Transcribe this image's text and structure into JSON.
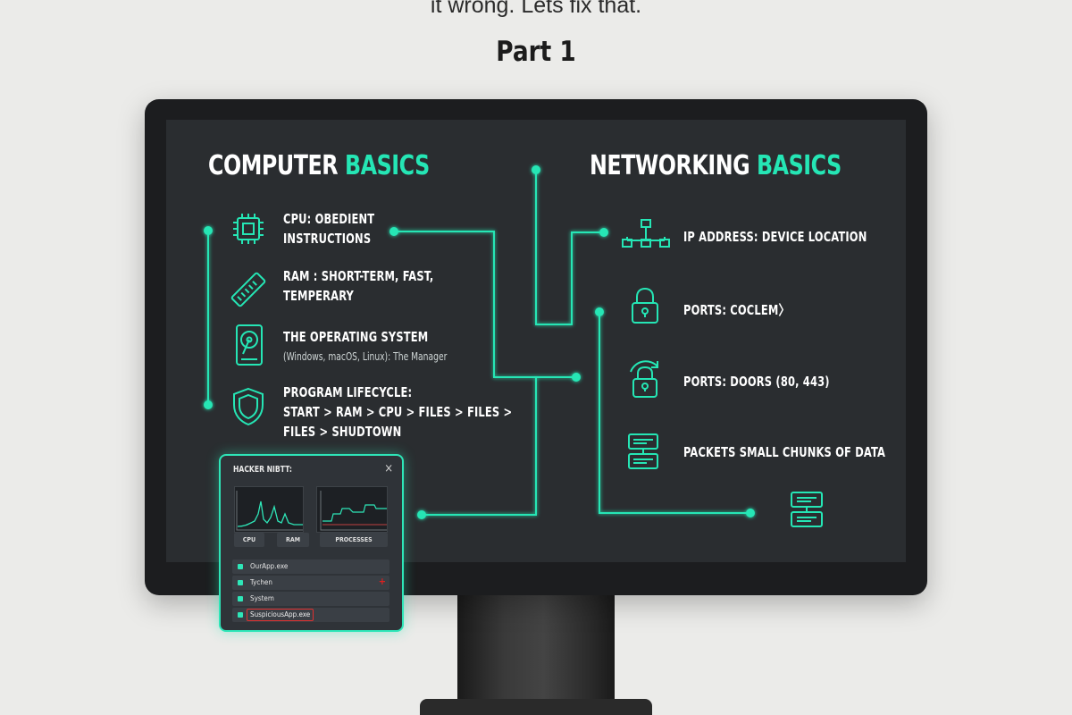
{
  "header": {
    "subtitle_fragment": "it wrong. Lets fix that.",
    "part_label": "Part 1"
  },
  "computer_basics": {
    "title_plain": "COMPUTER",
    "title_accent": "BASICS",
    "items": [
      {
        "line1": "CPU: OBEDIENT",
        "line2": "INSTRUCTIONS",
        "icon": "cpu-chip-icon"
      },
      {
        "line1": "RAM : SHORT-TERM, FAST,",
        "line2": "TEMPERARY",
        "icon": "ram-stick-icon"
      },
      {
        "line1": "THE OPERATING SYSTEM",
        "line2": "(Windows, macOS, Linux): The Manager",
        "icon": "hard-drive-icon"
      },
      {
        "line1": "PROGRAM LIFECYCLE:",
        "line2": "START > RAM > CPU > FILES > FILES >",
        "line3": "FILES > SHUDTOWN",
        "icon": "shield-icon"
      }
    ]
  },
  "networking_basics": {
    "title_plain": "NETWORKING",
    "title_accent": "BASICS",
    "items": [
      {
        "label": "IP ADDRESS: DEVICE LOCATION",
        "icon": "network-nodes-icon"
      },
      {
        "label": "PORTS: COCLEM〉",
        "icon": "padlock-icon"
      },
      {
        "label": "PORTS: DOORS (80, 443)",
        "icon": "padlock-refresh-icon"
      },
      {
        "label": "PACKETS SMALL CHUNKS OF DATA",
        "icon": "packet-icon"
      }
    ],
    "extra_icon": "packet-icon"
  },
  "hacker_panel": {
    "title": "HACKER NIBTT:",
    "close": "×",
    "tabs": [
      "CPU",
      "RAM",
      "PROCESSES"
    ],
    "processes": [
      {
        "name": "OurApp.exe",
        "flag": ""
      },
      {
        "name": "Tychen",
        "flag": "+"
      },
      {
        "name": "System",
        "flag": ""
      },
      {
        "name": "SuspiciousApp.exe",
        "flag": "",
        "suspicious": true
      }
    ]
  },
  "colors": {
    "accent": "#25e6b5",
    "screen": "#2a2d30",
    "bezel": "#1c1d1f",
    "background": "#ebebe9",
    "alert": "#e03030"
  }
}
